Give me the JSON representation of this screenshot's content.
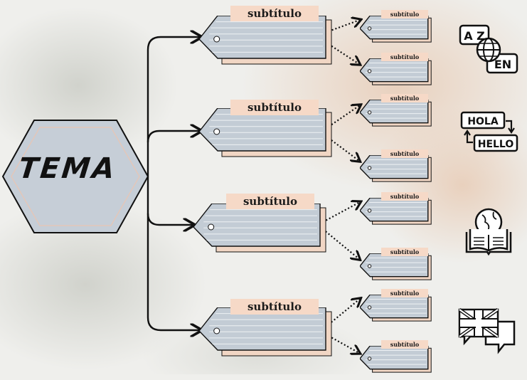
{
  "topic": {
    "label": "TEMA"
  },
  "branches": [
    {
      "label": "subtítulo",
      "children": [
        "subtítulo",
        "subtítulo"
      ]
    },
    {
      "label": "subtítulo",
      "children": [
        "subtítulo",
        "subtítulo"
      ]
    },
    {
      "label": "subtítulo",
      "children": [
        "subtítulo",
        "subtítulo"
      ]
    },
    {
      "label": "subtítulo",
      "children": [
        "subtítulo",
        "subtítulo"
      ]
    }
  ],
  "icons": {
    "translate": {
      "left": "A Z",
      "right": "EN"
    },
    "hola_hello": {
      "top": "HOLA",
      "bottom": "HELLO"
    }
  },
  "colors": {
    "card": "#c3ccd5",
    "tag": "#f6d9c7",
    "line": "#111111",
    "accent_bg": "#e9d3c2"
  }
}
